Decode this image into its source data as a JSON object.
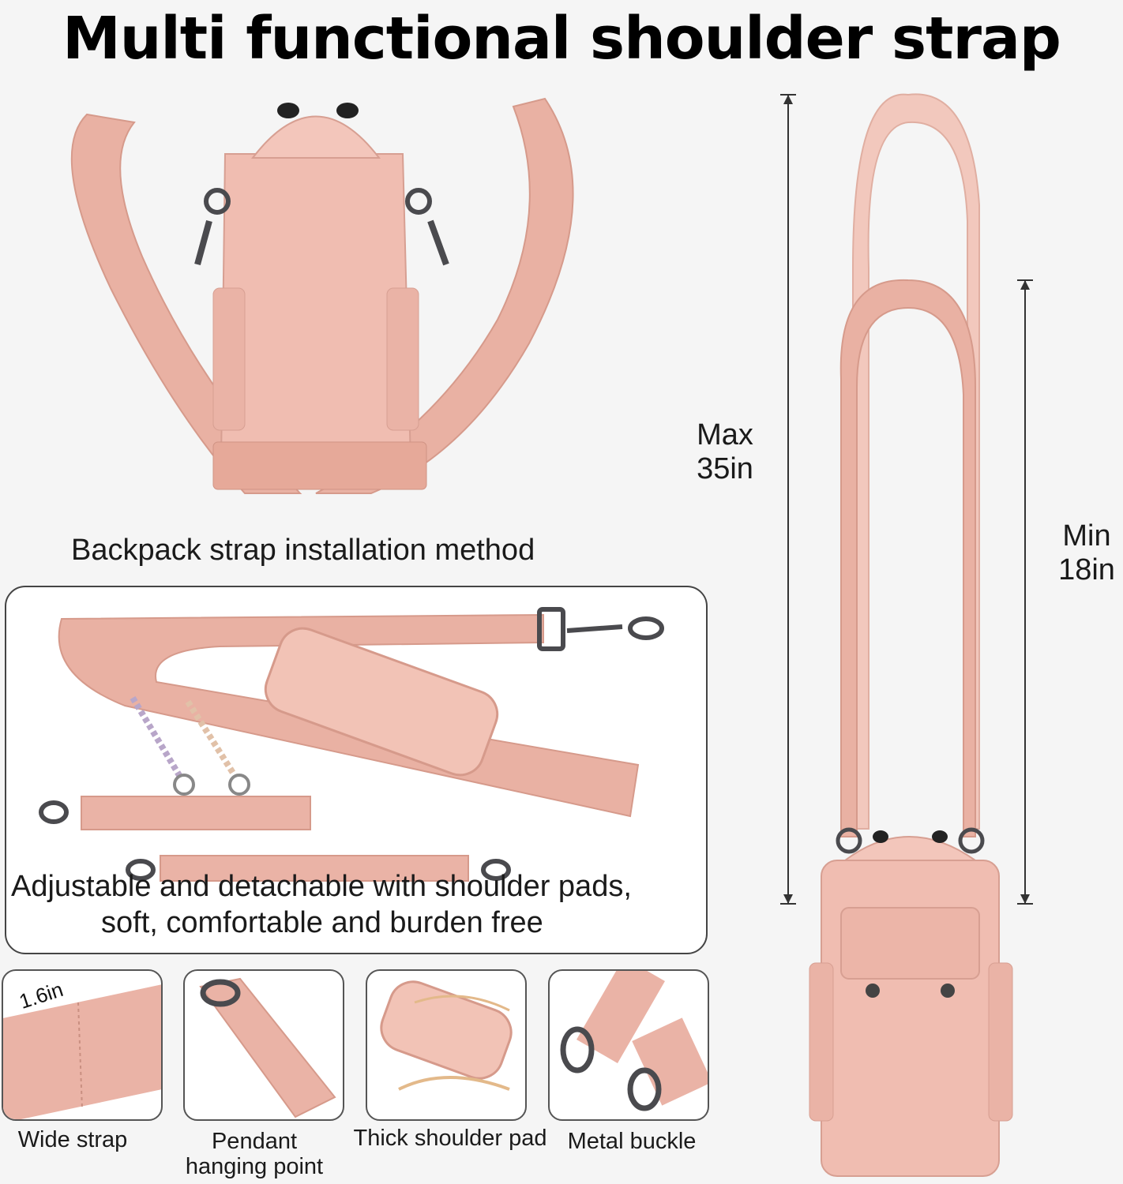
{
  "title": "Multi functional shoulder strap",
  "colors": {
    "strap_pink": "#e9b1a3",
    "bag_pink": "#f0bdb1",
    "hardware": "#4a4a4e",
    "background": "#f5f5f5"
  },
  "top_caption": "Backpack strap installation method",
  "panel": {
    "caption_line1": "Adjustable and detachable with shoulder pads,",
    "caption_line2": "soft, comfortable and burden free"
  },
  "dimensions": {
    "max_label": "Max",
    "max_value": "35in",
    "min_label": "Min",
    "min_value": "18in"
  },
  "features": [
    {
      "label": "Wide strap",
      "overlay": "1.6in",
      "icon": "wide-strap"
    },
    {
      "label_line1": "Pendant",
      "label_line2": "hanging point",
      "icon": "pendant-loop"
    },
    {
      "label": "Thick shoulder pad",
      "icon": "shoulder-pad"
    },
    {
      "label": "Metal buckle",
      "icon": "metal-buckle"
    }
  ]
}
